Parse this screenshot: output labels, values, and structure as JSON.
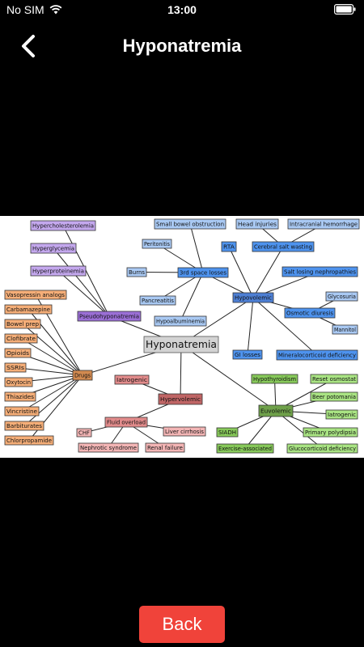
{
  "status": {
    "carrier": "No SIM",
    "time": "13:00"
  },
  "nav": {
    "title": "Hyponatremia"
  },
  "footer": {
    "back_label": "Back"
  },
  "diagram": {
    "nodes": [
      {
        "id": "center",
        "text": "Hyponatremia",
        "fill": "#d3d3d3",
        "stroke": "#555"
      },
      {
        "id": "pseudo",
        "text": "Pseudohyponatremia",
        "fill": "#9b6fd6",
        "stroke": "#333"
      },
      {
        "id": "hyperchol",
        "text": "Hypercholesterolemia",
        "fill": "#c4a8ee",
        "stroke": "#333"
      },
      {
        "id": "hypergly",
        "text": "Hyperglycemia",
        "fill": "#c4a8ee",
        "stroke": "#333"
      },
      {
        "id": "hyperprot",
        "text": "Hyperproteinemia",
        "fill": "#c4a8ee",
        "stroke": "#333"
      },
      {
        "id": "drugs",
        "text": "Drugs",
        "fill": "#d28a50",
        "stroke": "#333"
      },
      {
        "id": "vaso",
        "text": "Vasopressin analogs",
        "fill": "#f5ae78",
        "stroke": "#333"
      },
      {
        "id": "carba",
        "text": "Carbamazepine",
        "fill": "#f5ae78",
        "stroke": "#333"
      },
      {
        "id": "bowel",
        "text": "Bowel prep",
        "fill": "#f5ae78",
        "stroke": "#333"
      },
      {
        "id": "clof",
        "text": "Clofibrate",
        "fill": "#f5ae78",
        "stroke": "#333"
      },
      {
        "id": "opioids",
        "text": "Opioids",
        "fill": "#f5ae78",
        "stroke": "#333"
      },
      {
        "id": "ssri",
        "text": "SSRIs",
        "fill": "#f5ae78",
        "stroke": "#333"
      },
      {
        "id": "oxy",
        "text": "Oxytocin",
        "fill": "#f5ae78",
        "stroke": "#333"
      },
      {
        "id": "thia",
        "text": "Thiazides",
        "fill": "#f5ae78",
        "stroke": "#333"
      },
      {
        "id": "vinc",
        "text": "Vincristine",
        "fill": "#f5ae78",
        "stroke": "#333"
      },
      {
        "id": "barb",
        "text": "Barbiturates",
        "fill": "#f5ae78",
        "stroke": "#333"
      },
      {
        "id": "chlor",
        "text": "Chlorpropamide",
        "fill": "#f5ae78",
        "stroke": "#333"
      },
      {
        "id": "hypervol",
        "text": "Hypervolemic",
        "fill": "#c06565",
        "stroke": "#333"
      },
      {
        "id": "iatro1",
        "text": "Iatrogenic",
        "fill": "#e28b8b",
        "stroke": "#333"
      },
      {
        "id": "fluid",
        "text": "Fluid overload",
        "fill": "#e28b8b",
        "stroke": "#333"
      },
      {
        "id": "chf",
        "text": "CHF",
        "fill": "#f3b5b5",
        "stroke": "#333"
      },
      {
        "id": "liver",
        "text": "Liver cirrhosis",
        "fill": "#f3b5b5",
        "stroke": "#333"
      },
      {
        "id": "nephrotic",
        "text": "Nephrotic syndrome",
        "fill": "#f3b5b5",
        "stroke": "#333"
      },
      {
        "id": "renal",
        "text": "Renal failure",
        "fill": "#f3b5b5",
        "stroke": "#333"
      },
      {
        "id": "hypovol",
        "text": "Hypovolemic",
        "fill": "#4d7fd4",
        "stroke": "#333"
      },
      {
        "id": "third",
        "text": "3rd space losses",
        "fill": "#4e93ee",
        "stroke": "#333"
      },
      {
        "id": "sbo",
        "text": "Small bowel obstruction",
        "fill": "#a9c9f3",
        "stroke": "#333"
      },
      {
        "id": "perit",
        "text": "Peritonitis",
        "fill": "#a9c9f3",
        "stroke": "#333"
      },
      {
        "id": "burns",
        "text": "Burns",
        "fill": "#a9c9f3",
        "stroke": "#333"
      },
      {
        "id": "panc",
        "text": "Pancreatitis",
        "fill": "#a9c9f3",
        "stroke": "#333"
      },
      {
        "id": "hypoalb",
        "text": "Hypoalbuminemia",
        "fill": "#a9c9f3",
        "stroke": "#333"
      },
      {
        "id": "rta",
        "text": "RTA",
        "fill": "#4e93ee",
        "stroke": "#333"
      },
      {
        "id": "head",
        "text": "Head injuries",
        "fill": "#a9c9f3",
        "stroke": "#333"
      },
      {
        "id": "intracran",
        "text": "Intracranial hemorrhage",
        "fill": "#a9c9f3",
        "stroke": "#333"
      },
      {
        "id": "csw",
        "text": "Cerebral salt wasting",
        "fill": "#4e93ee",
        "stroke": "#333"
      },
      {
        "id": "saltneph",
        "text": "Salt losing nephropathies",
        "fill": "#4e93ee",
        "stroke": "#333"
      },
      {
        "id": "osmotic",
        "text": "Osmotic diuresis",
        "fill": "#4e93ee",
        "stroke": "#333"
      },
      {
        "id": "glyco",
        "text": "Glycosuria",
        "fill": "#a9c9f3",
        "stroke": "#333"
      },
      {
        "id": "mannitol",
        "text": "Mannitol",
        "fill": "#a9c9f3",
        "stroke": "#333"
      },
      {
        "id": "gi",
        "text": "GI losses",
        "fill": "#4e93ee",
        "stroke": "#333"
      },
      {
        "id": "mineralo",
        "text": "Mineralocorticoid deficiency",
        "fill": "#4e93ee",
        "stroke": "#333"
      },
      {
        "id": "euvol",
        "text": "Euvolemic",
        "fill": "#6fa14a",
        "stroke": "#333"
      },
      {
        "id": "hypothy",
        "text": "Hypothyroidism",
        "fill": "#87c95a",
        "stroke": "#333"
      },
      {
        "id": "reset",
        "text": "Reset osmostat",
        "fill": "#a9e483",
        "stroke": "#333"
      },
      {
        "id": "beer",
        "text": "Beer potomania",
        "fill": "#a9e483",
        "stroke": "#333"
      },
      {
        "id": "iatro2",
        "text": "Iatrogenic",
        "fill": "#a9e483",
        "stroke": "#333"
      },
      {
        "id": "polydip",
        "text": "Primary polydipsia",
        "fill": "#a9e483",
        "stroke": "#333"
      },
      {
        "id": "gluco",
        "text": "Glucocorticoid deficiency",
        "fill": "#a9e483",
        "stroke": "#333"
      },
      {
        "id": "siadh",
        "text": "SIADH",
        "fill": "#87c95a",
        "stroke": "#333"
      },
      {
        "id": "exercise",
        "text": "Exercise-associated",
        "fill": "#87c95a",
        "stroke": "#333"
      }
    ]
  }
}
